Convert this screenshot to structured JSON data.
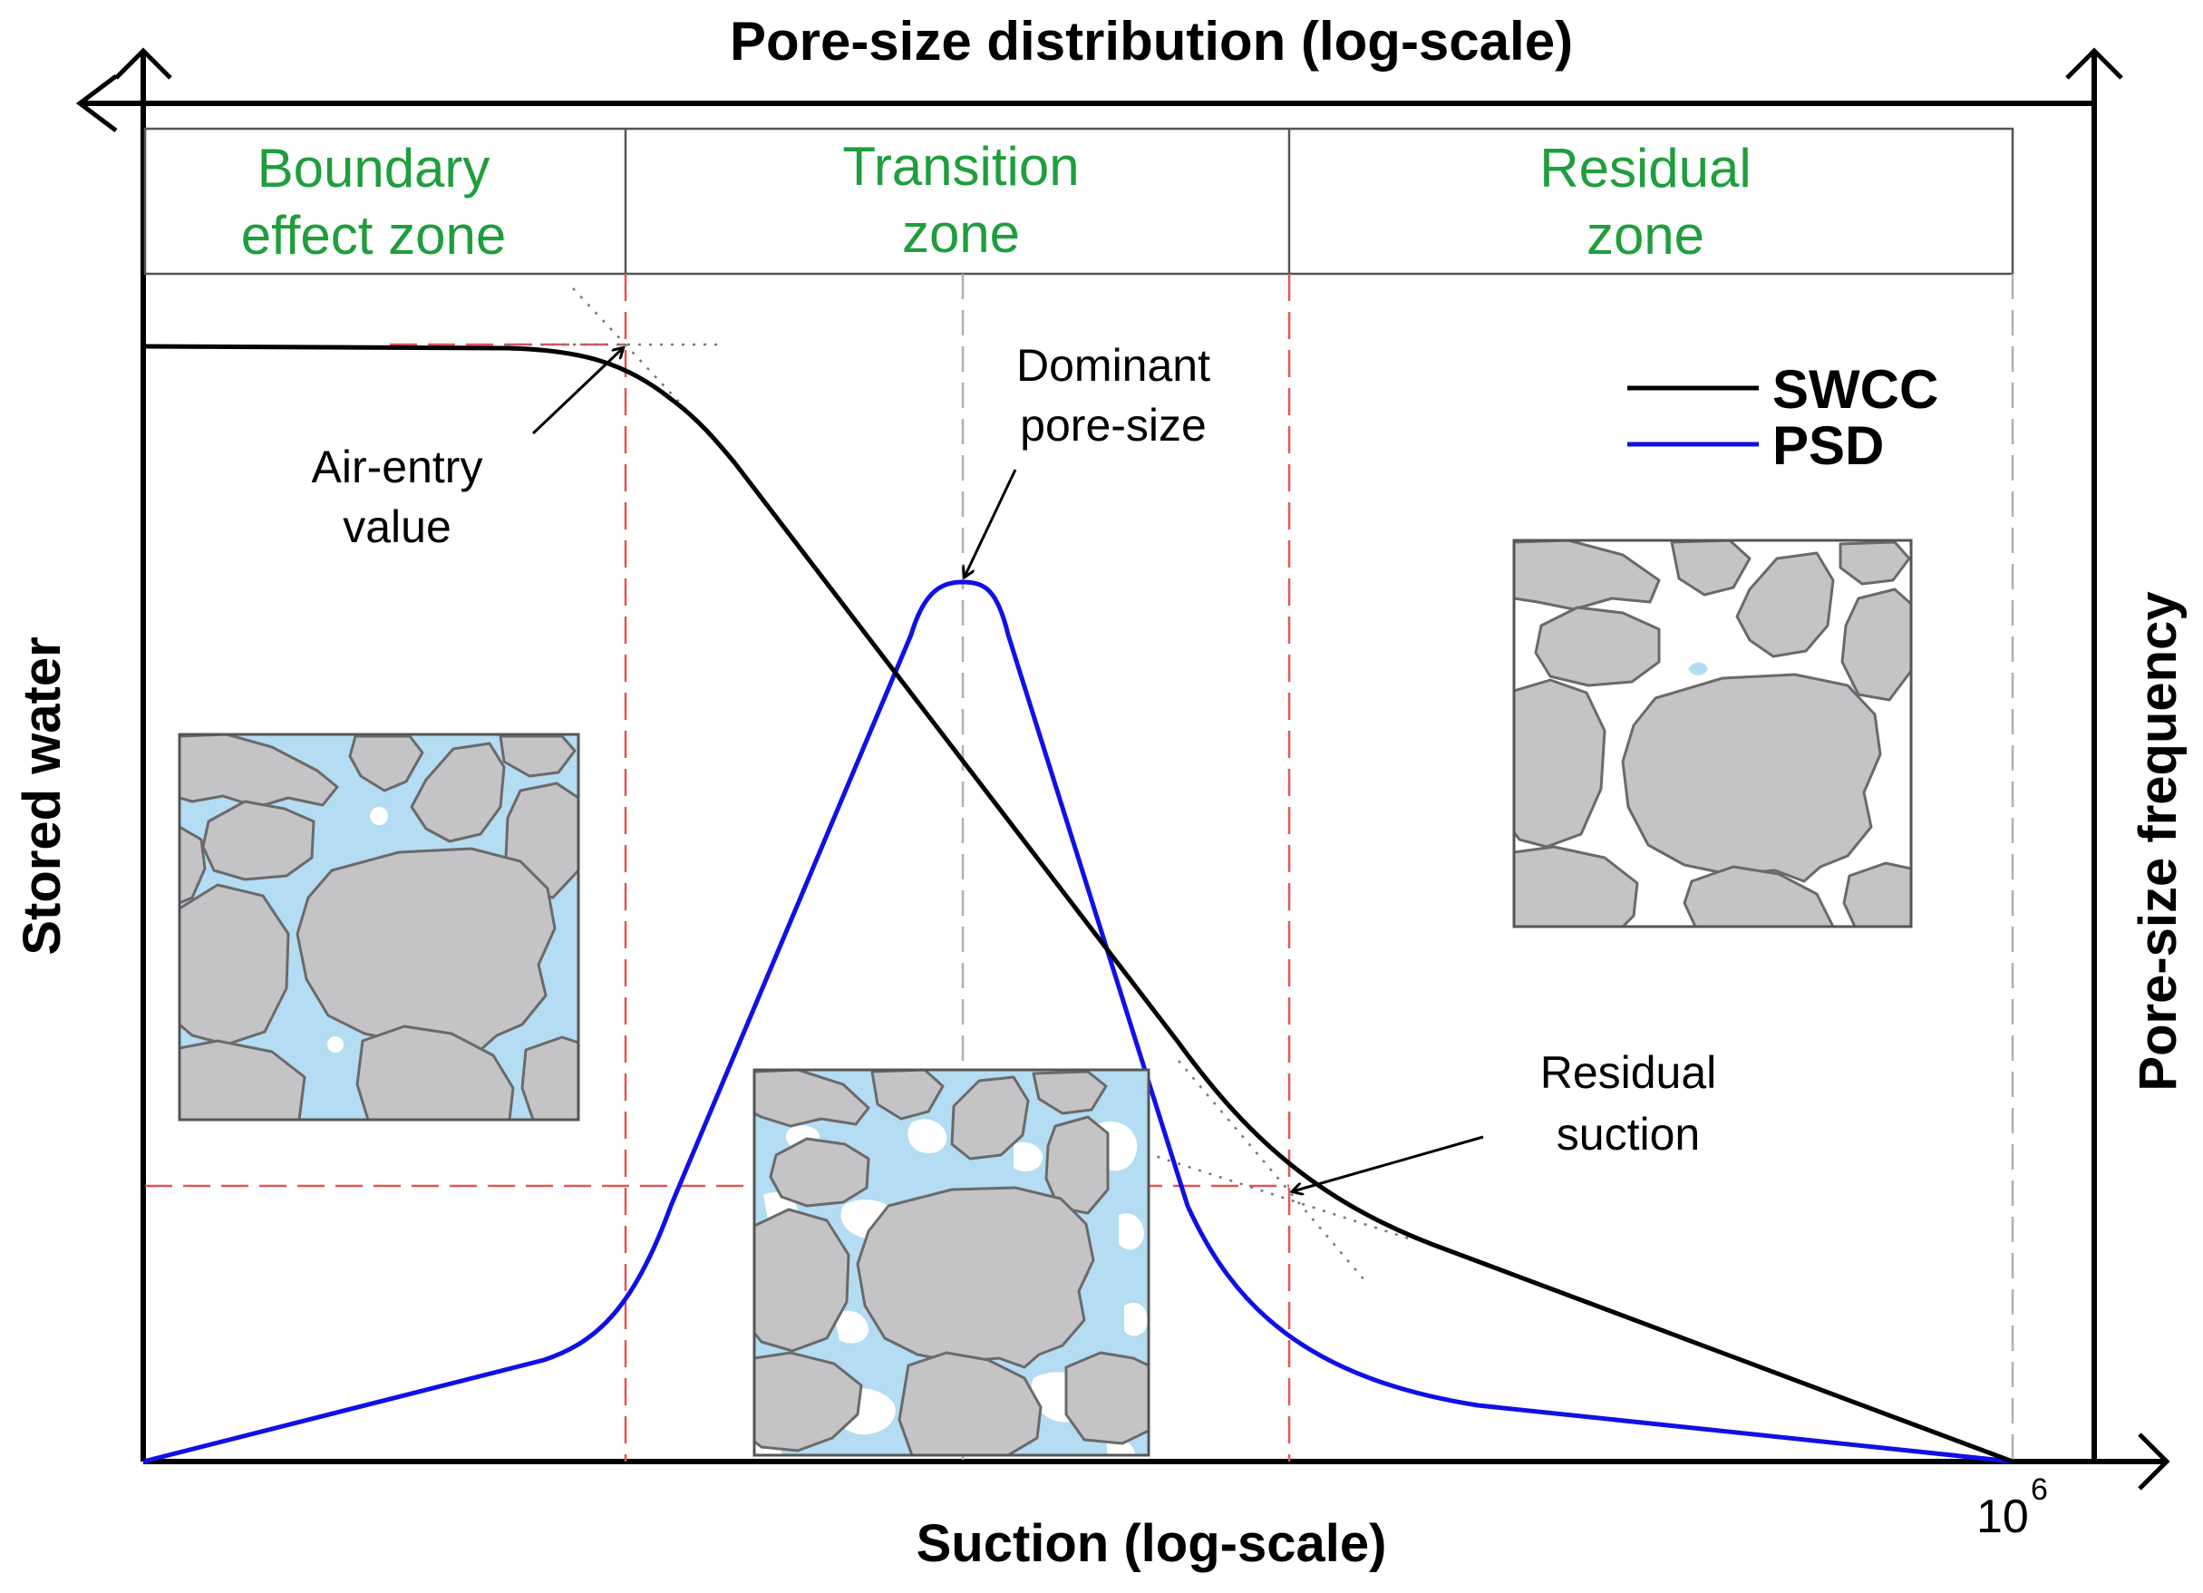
{
  "title": "Pore-size distribution (log-scale)",
  "x_axis_label": "Suction (log-scale)",
  "y_axis_left_label": "Stored water",
  "y_axis_right_label": "Pore-size frequency",
  "x_tick": {
    "base": "10",
    "exponent": "6"
  },
  "zones": [
    {
      "line1": "Boundary",
      "line2": "effect zone"
    },
    {
      "line1": "Transition",
      "line2": "zone"
    },
    {
      "line1": "Residual",
      "line2": "zone"
    }
  ],
  "annotations": {
    "air_entry": {
      "line1": "Air-entry",
      "line2": "value"
    },
    "dominant": {
      "line1": "Dominant",
      "line2": "pore-size"
    },
    "residual": {
      "line1": "Residual",
      "line2": "suction"
    }
  },
  "legend": [
    {
      "label": "SWCC",
      "color": "#000000"
    },
    {
      "label": "PSD",
      "color": "#1010e6"
    }
  ],
  "colors": {
    "zone_text": "#1e9e3c",
    "guide_lines": "#e25555",
    "water": "#b4dcf2",
    "grain": "#c4c4c6"
  },
  "insets": [
    {
      "name": "saturated-soil",
      "state": "mostly water-filled pores"
    },
    {
      "name": "transition-soil",
      "state": "partially water-filled pores"
    },
    {
      "name": "residual-soil",
      "state": "mostly air-filled pores"
    }
  ]
}
